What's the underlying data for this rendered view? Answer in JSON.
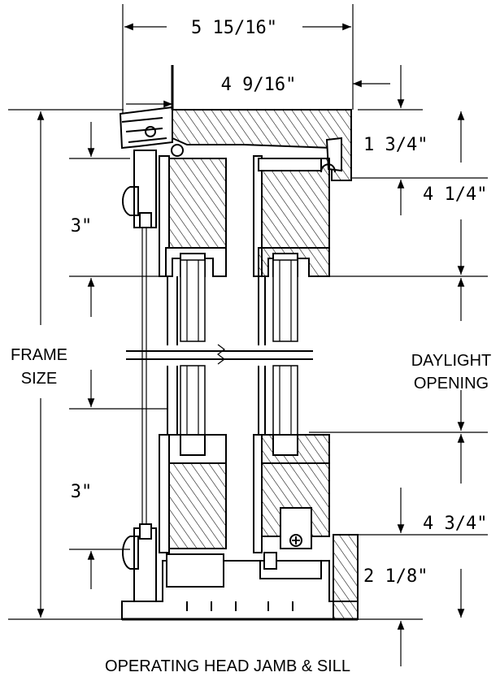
{
  "title": "OPERATING HEAD JAMB & SILL",
  "dimensions": {
    "overall_width": "5 15/16\"",
    "inner_width": "4 9/16\"",
    "head_depth": "1 3/4\"",
    "head_to_glass": "4 1/4\"",
    "top_rail": "3\"",
    "bottom_rail": "3\"",
    "sill_to_glass": "4 3/4\"",
    "sill_height": "2 1/8\""
  },
  "labels": {
    "frame_line1": "FRAME",
    "frame_line2": "SIZE",
    "daylight_line1": "DAYLIGHT",
    "daylight_line2": "OPENING"
  }
}
